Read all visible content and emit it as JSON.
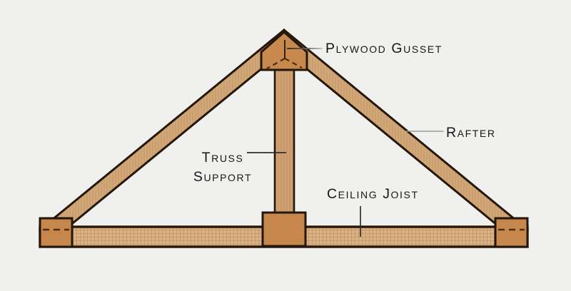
{
  "diagram": {
    "subject": "roof-truss-parts",
    "labels": {
      "plywood_gusset": "Plywood Gusset",
      "rafter": "Rafter",
      "truss_support": "Truss Support",
      "ceiling_joist": "Ceiling Joist"
    },
    "parts": [
      {
        "name": "Plywood Gusset",
        "description_visible": false
      },
      {
        "name": "Rafter",
        "description_visible": false
      },
      {
        "name": "Truss Support",
        "description_visible": false
      },
      {
        "name": "Ceiling Joist",
        "description_visible": false
      }
    ]
  },
  "colors": {
    "background": "#f0f0ee",
    "rafter_fill": "#d2a878",
    "post_fill": "#cfa273",
    "joist_fill": "#dab285",
    "gusset_fill": "#c8894e",
    "block_fill": "#c6874c",
    "outline": "#241608",
    "hidden_line": "#4a2e10",
    "label_text": "#161616",
    "leader_dark": "#2f2f2f",
    "leader_gray": "#9a9a9a"
  }
}
